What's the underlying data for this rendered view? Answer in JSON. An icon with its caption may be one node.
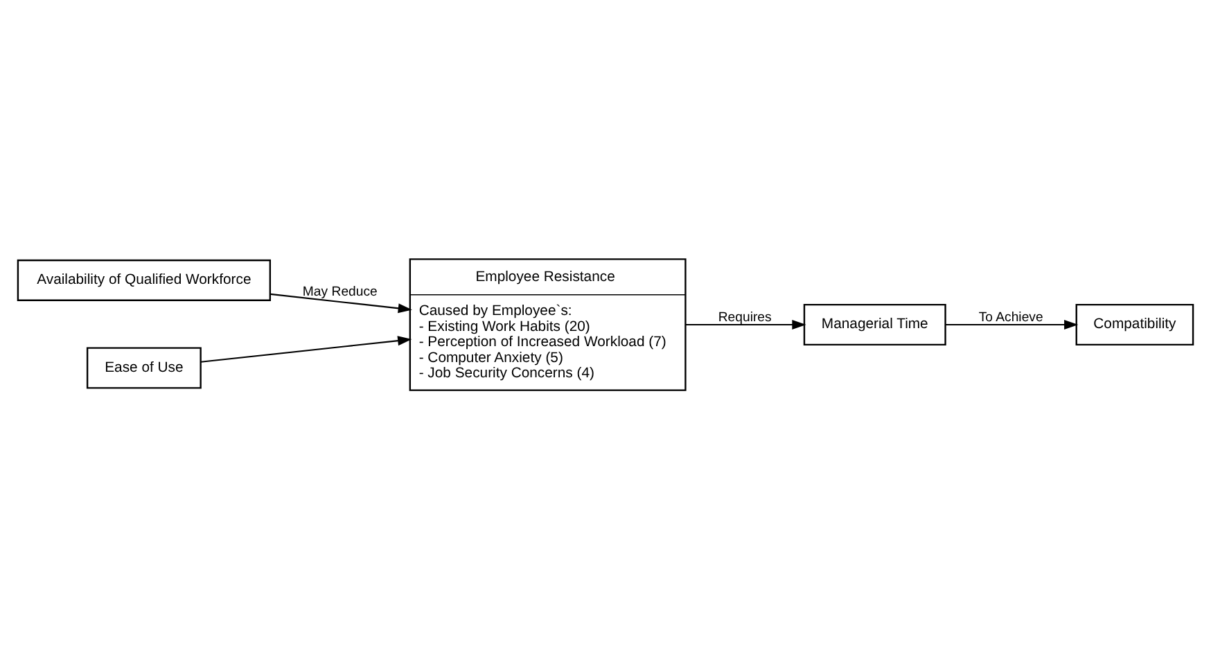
{
  "diagram": {
    "nodes": [
      {
        "text": [
          "Availability of Qualified Workforce"
        ]
      },
      {
        "text": [
          "Ease of Use"
        ]
      },
      {
        "text": [
          "Employee Resistance",
          "Caused by Employee`s:",
          "- Existing Work Habits (20)",
          "- Perception of Increased Workload (7)",
          "- Computer Anxiety (5)",
          "- Job Security Concerns (4)"
        ]
      },
      {
        "text": [
          "Managerial Time"
        ]
      },
      {
        "text": [
          "Compatibility"
        ]
      }
    ],
    "edges": [
      {
        "from": 0,
        "to": 2,
        "arrow": "to",
        "label": "May Reduce"
      },
      {
        "from": 1,
        "to": 2,
        "arrow": "to"
      },
      {
        "from": 2,
        "to": 3,
        "arrow": "to",
        "label": "Requires"
      },
      {
        "from": 3,
        "to": 4,
        "arrow": "to",
        "label": "To Achieve"
      }
    ]
  }
}
